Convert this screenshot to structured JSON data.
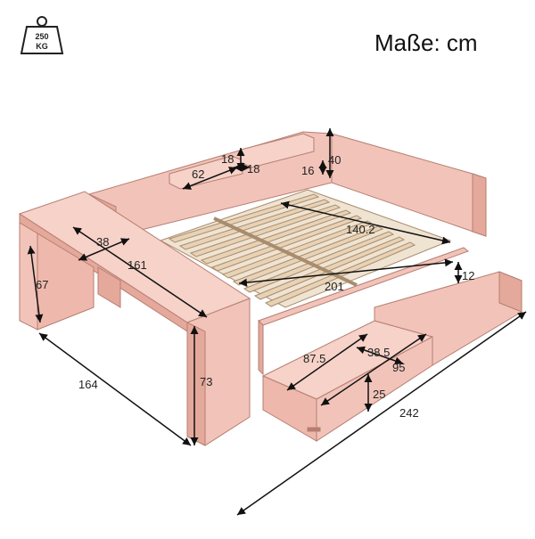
{
  "header": {
    "units": "Maße: cm"
  },
  "weight_badge": {
    "value": "250",
    "unit": "KG"
  },
  "dimensions": {
    "shelf_width": "62",
    "shelf_depth": "18",
    "shelf_height": "18",
    "back_shelf_16": "16",
    "headboard_height": "40",
    "mattress_length": "140.2",
    "desk_depth": "38",
    "desk_length": "161",
    "desk_height": "67",
    "inner_length": "201",
    "drawer_height": "12",
    "drawer_width": "87.5",
    "drawer_depth": "38.5",
    "drawer_total": "95",
    "drawer_front_height": "25",
    "total_length": "242",
    "total_width": "164",
    "total_height": "73"
  },
  "colors": {
    "furniture": "#f2c4b9",
    "furniture_dark": "#e4a99b",
    "furniture_edge": "#b67e72",
    "slats": "#e8d2b6",
    "slat_edge": "#a88c6e",
    "arrow": "#111111"
  }
}
